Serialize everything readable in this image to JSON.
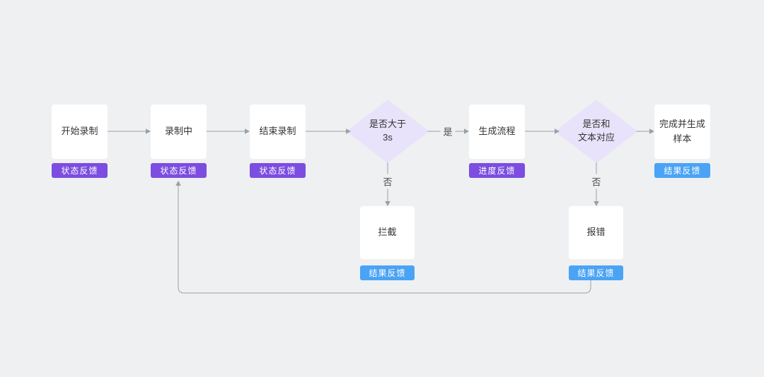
{
  "diagram": {
    "nodes": {
      "start": {
        "label": "开始录制",
        "badge": "状态反馈"
      },
      "recording": {
        "label": "录制中",
        "badge": "状态反馈"
      },
      "stop": {
        "label": "结束录制",
        "badge": "状态反馈"
      },
      "decision_duration": {
        "line1": "是否大于",
        "line2": "3s"
      },
      "generate": {
        "label": "生成流程",
        "badge": "进度反馈"
      },
      "decision_text": {
        "line1": "是否和",
        "line2": "文本对应"
      },
      "complete": {
        "line1": "完成并生成",
        "line2": "样本",
        "badge": "结果反馈"
      },
      "intercept": {
        "label": "拦截",
        "badge": "结果反馈"
      },
      "error": {
        "label": "报错",
        "badge": "结果反馈"
      }
    },
    "edge_labels": {
      "yes": "是",
      "no_duration": "否",
      "no_text": "否"
    },
    "colors": {
      "background": "#eef0f2",
      "node_fill": "#ffffff",
      "diamond_fill": "#e8e3fb",
      "badge_status": "#7c4de0",
      "badge_result": "#4aa3f5",
      "connector": "#9aa0a6",
      "text": "#333333"
    }
  }
}
